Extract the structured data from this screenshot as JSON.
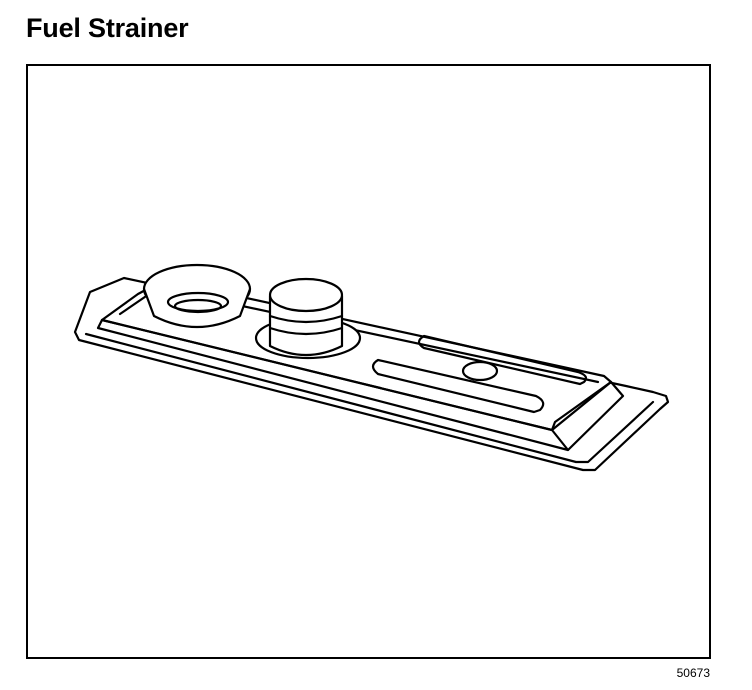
{
  "title": "Fuel Strainer",
  "figure": {
    "subject": "fuel strainer",
    "number": "50673"
  }
}
